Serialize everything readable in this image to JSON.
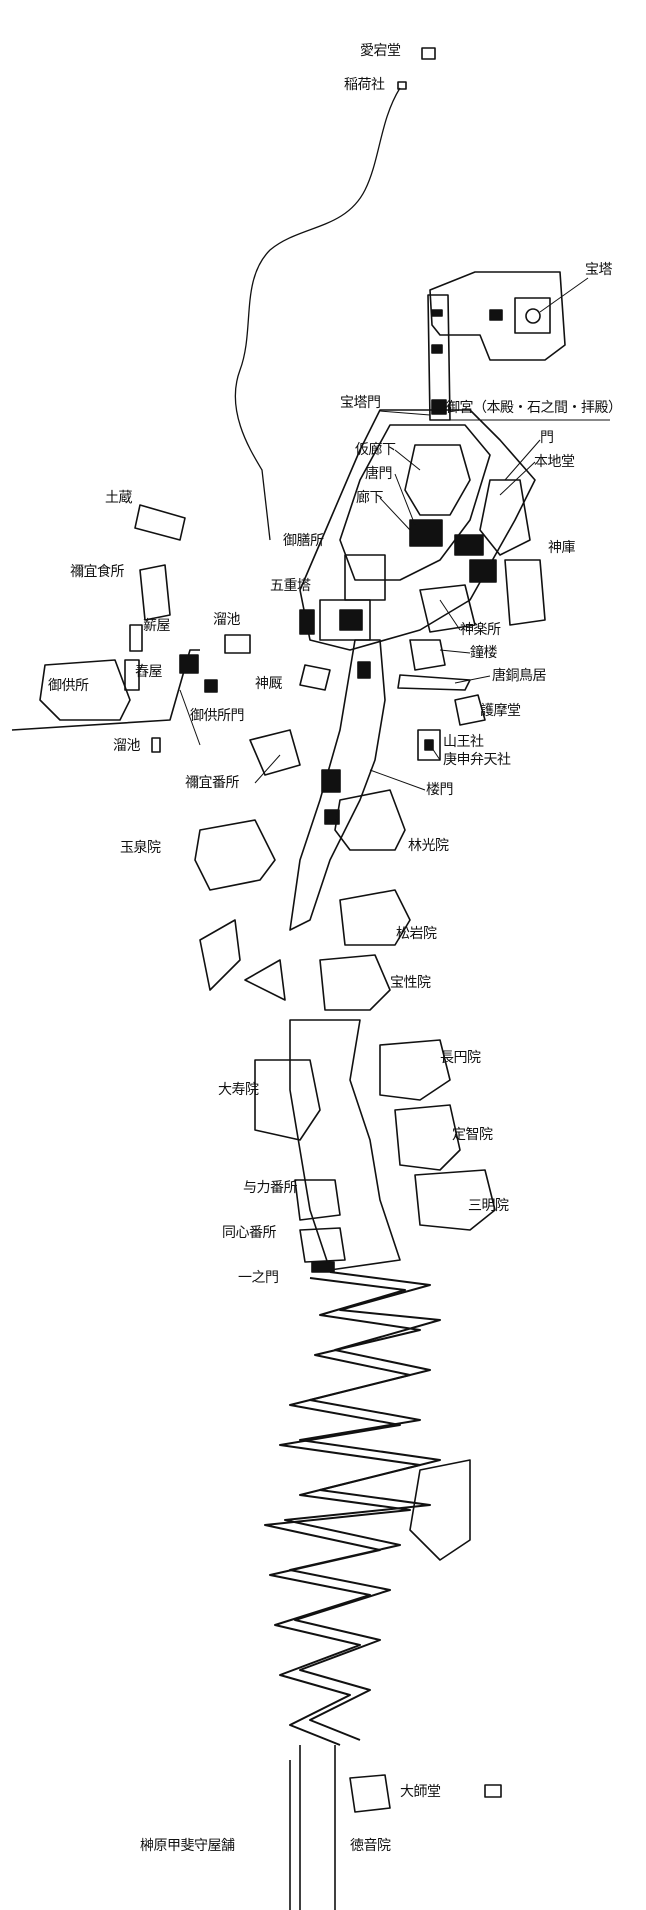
{
  "map": {
    "labels": {
      "atagodo": "愛宕堂",
      "inarisha": "稲荷社",
      "hoto": "宝塔",
      "hotomon": "宝塔門",
      "gyokyu": "御宮（本殿・石之間・拝殿）",
      "mon": "門",
      "kariroka": "仮廊下",
      "karamon": "唐門",
      "roka": "廊下",
      "honjido": "本地堂",
      "dozo": "土蔵",
      "gozensho": "御膳所",
      "shinko": "神庫",
      "negishokusho": "禰宜食所",
      "gojunoto": "五重塔",
      "kagurasho": "神楽所",
      "tamariike1": "溜池",
      "shoro": "鐘楼",
      "makiya": "薪屋",
      "karadorii": "唐銅鳥居",
      "tsukiya": "舂屋",
      "shinkyu": "神厩",
      "gokusho": "御供所",
      "gomado": "護摩堂",
      "gokushomon": "御供所門",
      "sannosha": "山王社",
      "koshinbenten": "庚申弁天社",
      "tamariike2": "溜池",
      "negibansho": "禰宜番所",
      "romon": "楼門",
      "gyokusenin": "玉泉院",
      "rinkoin": "林光院",
      "shoganin": "松岩院",
      "hoshoin": "宝性院",
      "choenin": "長円院",
      "daijuin": "大寿院",
      "jochiin": "定智院",
      "yorikibansho": "与力番所",
      "sanmyoin": "三明院",
      "doshinbansho": "同心番所",
      "ichinomon": "一之門",
      "daishido": "大師堂",
      "sakakibara": "榊原甲斐守屋舗",
      "tokuonin": "徳音院"
    }
  }
}
